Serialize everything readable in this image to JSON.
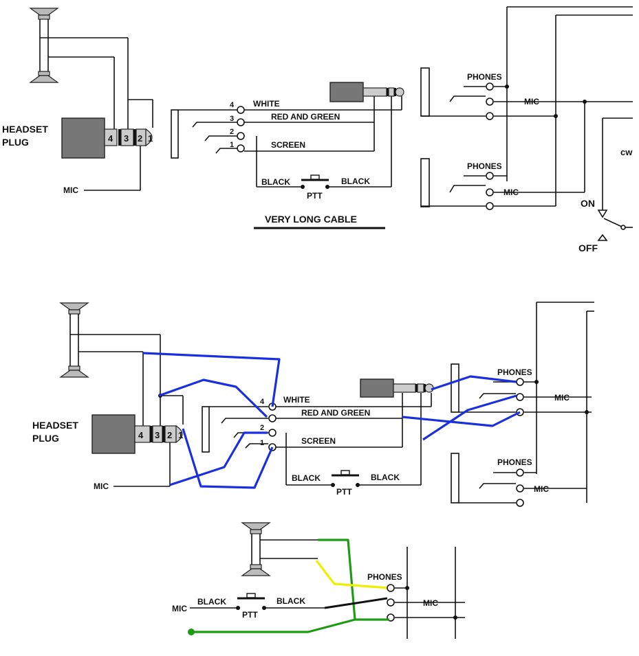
{
  "labels": {
    "headset_plug_line1": "HEADSET",
    "headset_plug_line2": "PLUG",
    "mic": "MIC",
    "phones": "PHONES",
    "white": "WHITE",
    "red_and_green": "RED AND GREEN",
    "screen": "SCREEN",
    "black": "BLACK",
    "ptt": "PTT",
    "very_long_cable": "VERY LONG CABLE",
    "on": "ON",
    "off": "OFF",
    "cw": "cw",
    "pin_4": "4",
    "pin_3": "3",
    "pin_2": "2",
    "pin_1": "1"
  },
  "colors": {
    "wire": "#111111",
    "blue_overlay": "#1a2fe0",
    "green_overlay": "#1f9a14",
    "yellow_overlay": "#eef000",
    "plug_body": "#777777"
  }
}
